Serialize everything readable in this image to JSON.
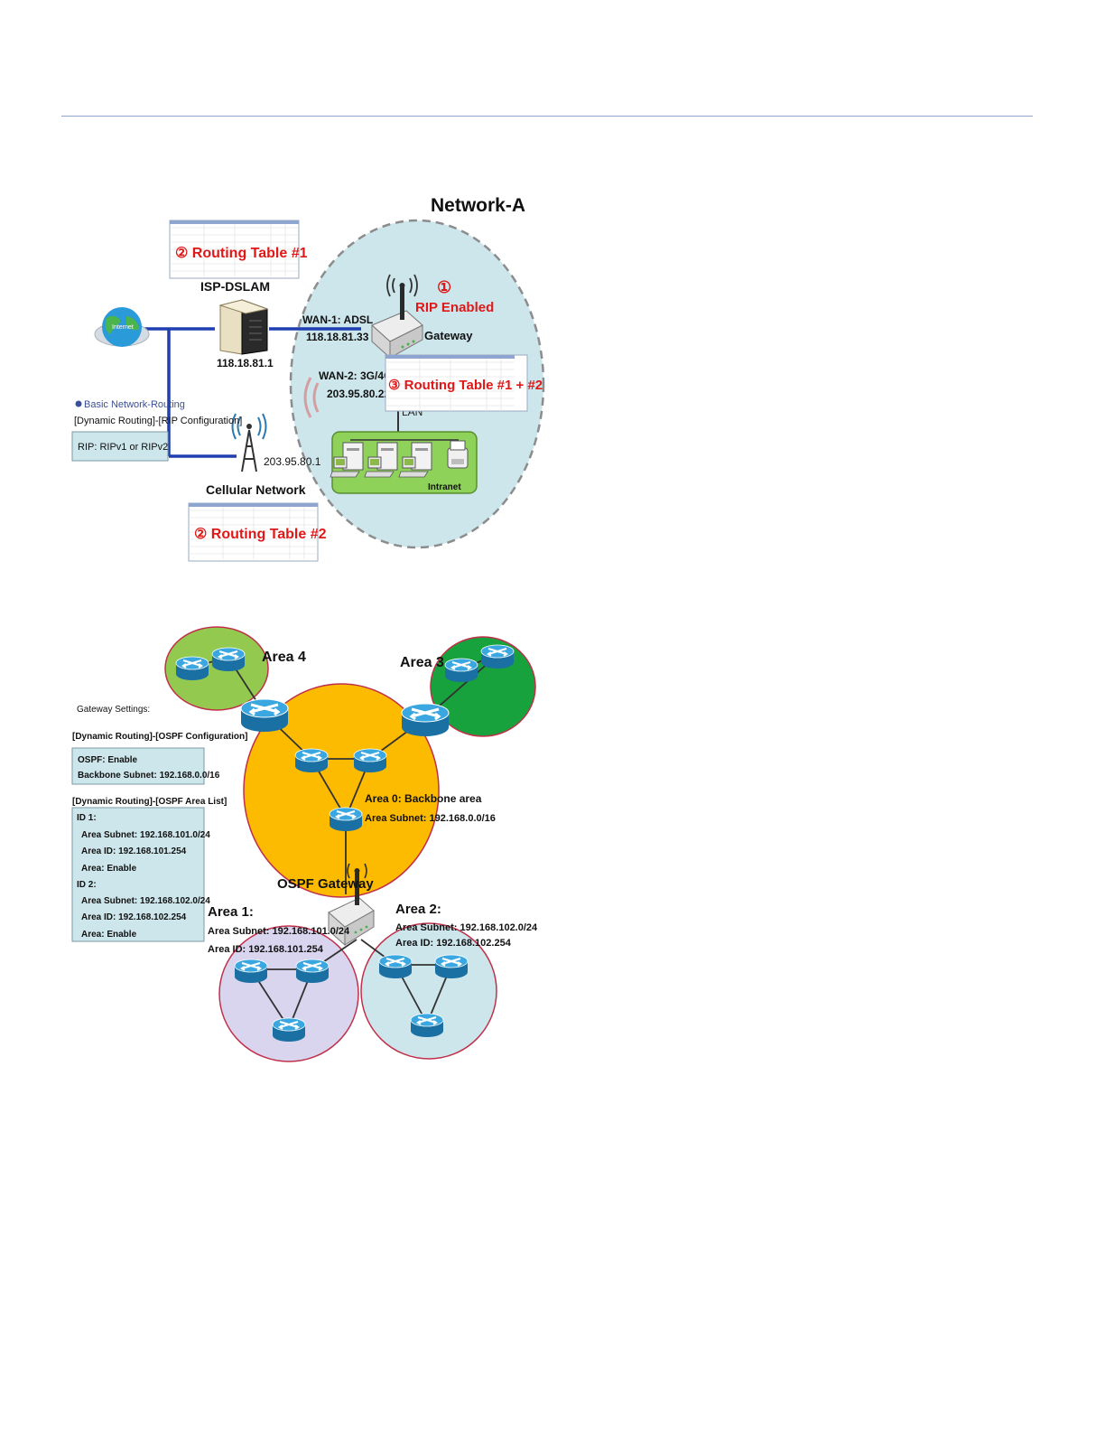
{
  "rip": {
    "network_title": "Network-A",
    "rip_enabled_num": "①",
    "rip_enabled": "RIP Enabled",
    "gateway": "Gateway",
    "isp_dslam": "ISP-DSLAM",
    "isp_ip": "118.18.81.1",
    "wan1": "WAN-1: ADSL",
    "wan1_ip": "118.18.81.33",
    "wan2": "WAN-2: 3G/4G",
    "wan2_ip": "203.95.80.22",
    "lan": "LAN",
    "intranet": "Intranet",
    "cell_ip": "203.95.80.1",
    "cellular": "Cellular Network",
    "internet_icon": "Internet",
    "basic_routing": "Basic Network-Routing",
    "dynamic_rip": "[Dynamic Routing]-[RIP Configuration]",
    "rip_versions": "RIP: RIPv1 or RIPv2",
    "rt1": "② Routing Table #1",
    "rt2": "② Routing Table #2",
    "rt3": "③ Routing Table #1 + #2"
  },
  "ospf": {
    "area4": "Area 4",
    "area3": "Area 3",
    "gateway_settings": "Gateway Settings:",
    "ospf_config": "[Dynamic Routing]-[OSPF Configuration]",
    "ospf_enable": "OSPF: Enable",
    "backbone_subnet": "Backbone Subnet: 192.168.0.0/16",
    "area_list": "[Dynamic Routing]-[OSPF Area List]",
    "id1": "ID 1:",
    "id1_subnet": "Area Subnet: 192.168.101.0/24",
    "id1_areaid": "Area ID: 192.168.101.254",
    "id1_enable": "Area: Enable",
    "id2": "ID 2:",
    "id2_subnet": "Area Subnet: 192.168.102.0/24",
    "id2_areaid": "Area ID: 192.168.102.254",
    "id2_enable": "Area: Enable",
    "area0": "Area 0: Backbone area",
    "area0_subnet": "Area Subnet: 192.168.0.0/16",
    "ospf_gateway": "OSPF Gateway",
    "area1": "Area 1:",
    "area1_subnet": "Area Subnet: 192.168.101.0/24",
    "area1_id": "Area ID: 192.168.101.254",
    "area2": "Area 2:",
    "area2_subnet": "Area Subnet: 192.168.102.0/24",
    "area2_id": "Area ID: 192.168.102.254"
  },
  "colors": {
    "network_bg": "#cde6ec",
    "area0": "#fdbb00",
    "area4": "#93c94f",
    "area3": "#17a23d",
    "area1": "#d9d5ef",
    "area2": "#cde6ec",
    "link": "#1f3fb0",
    "router": "#1f8fc9"
  }
}
